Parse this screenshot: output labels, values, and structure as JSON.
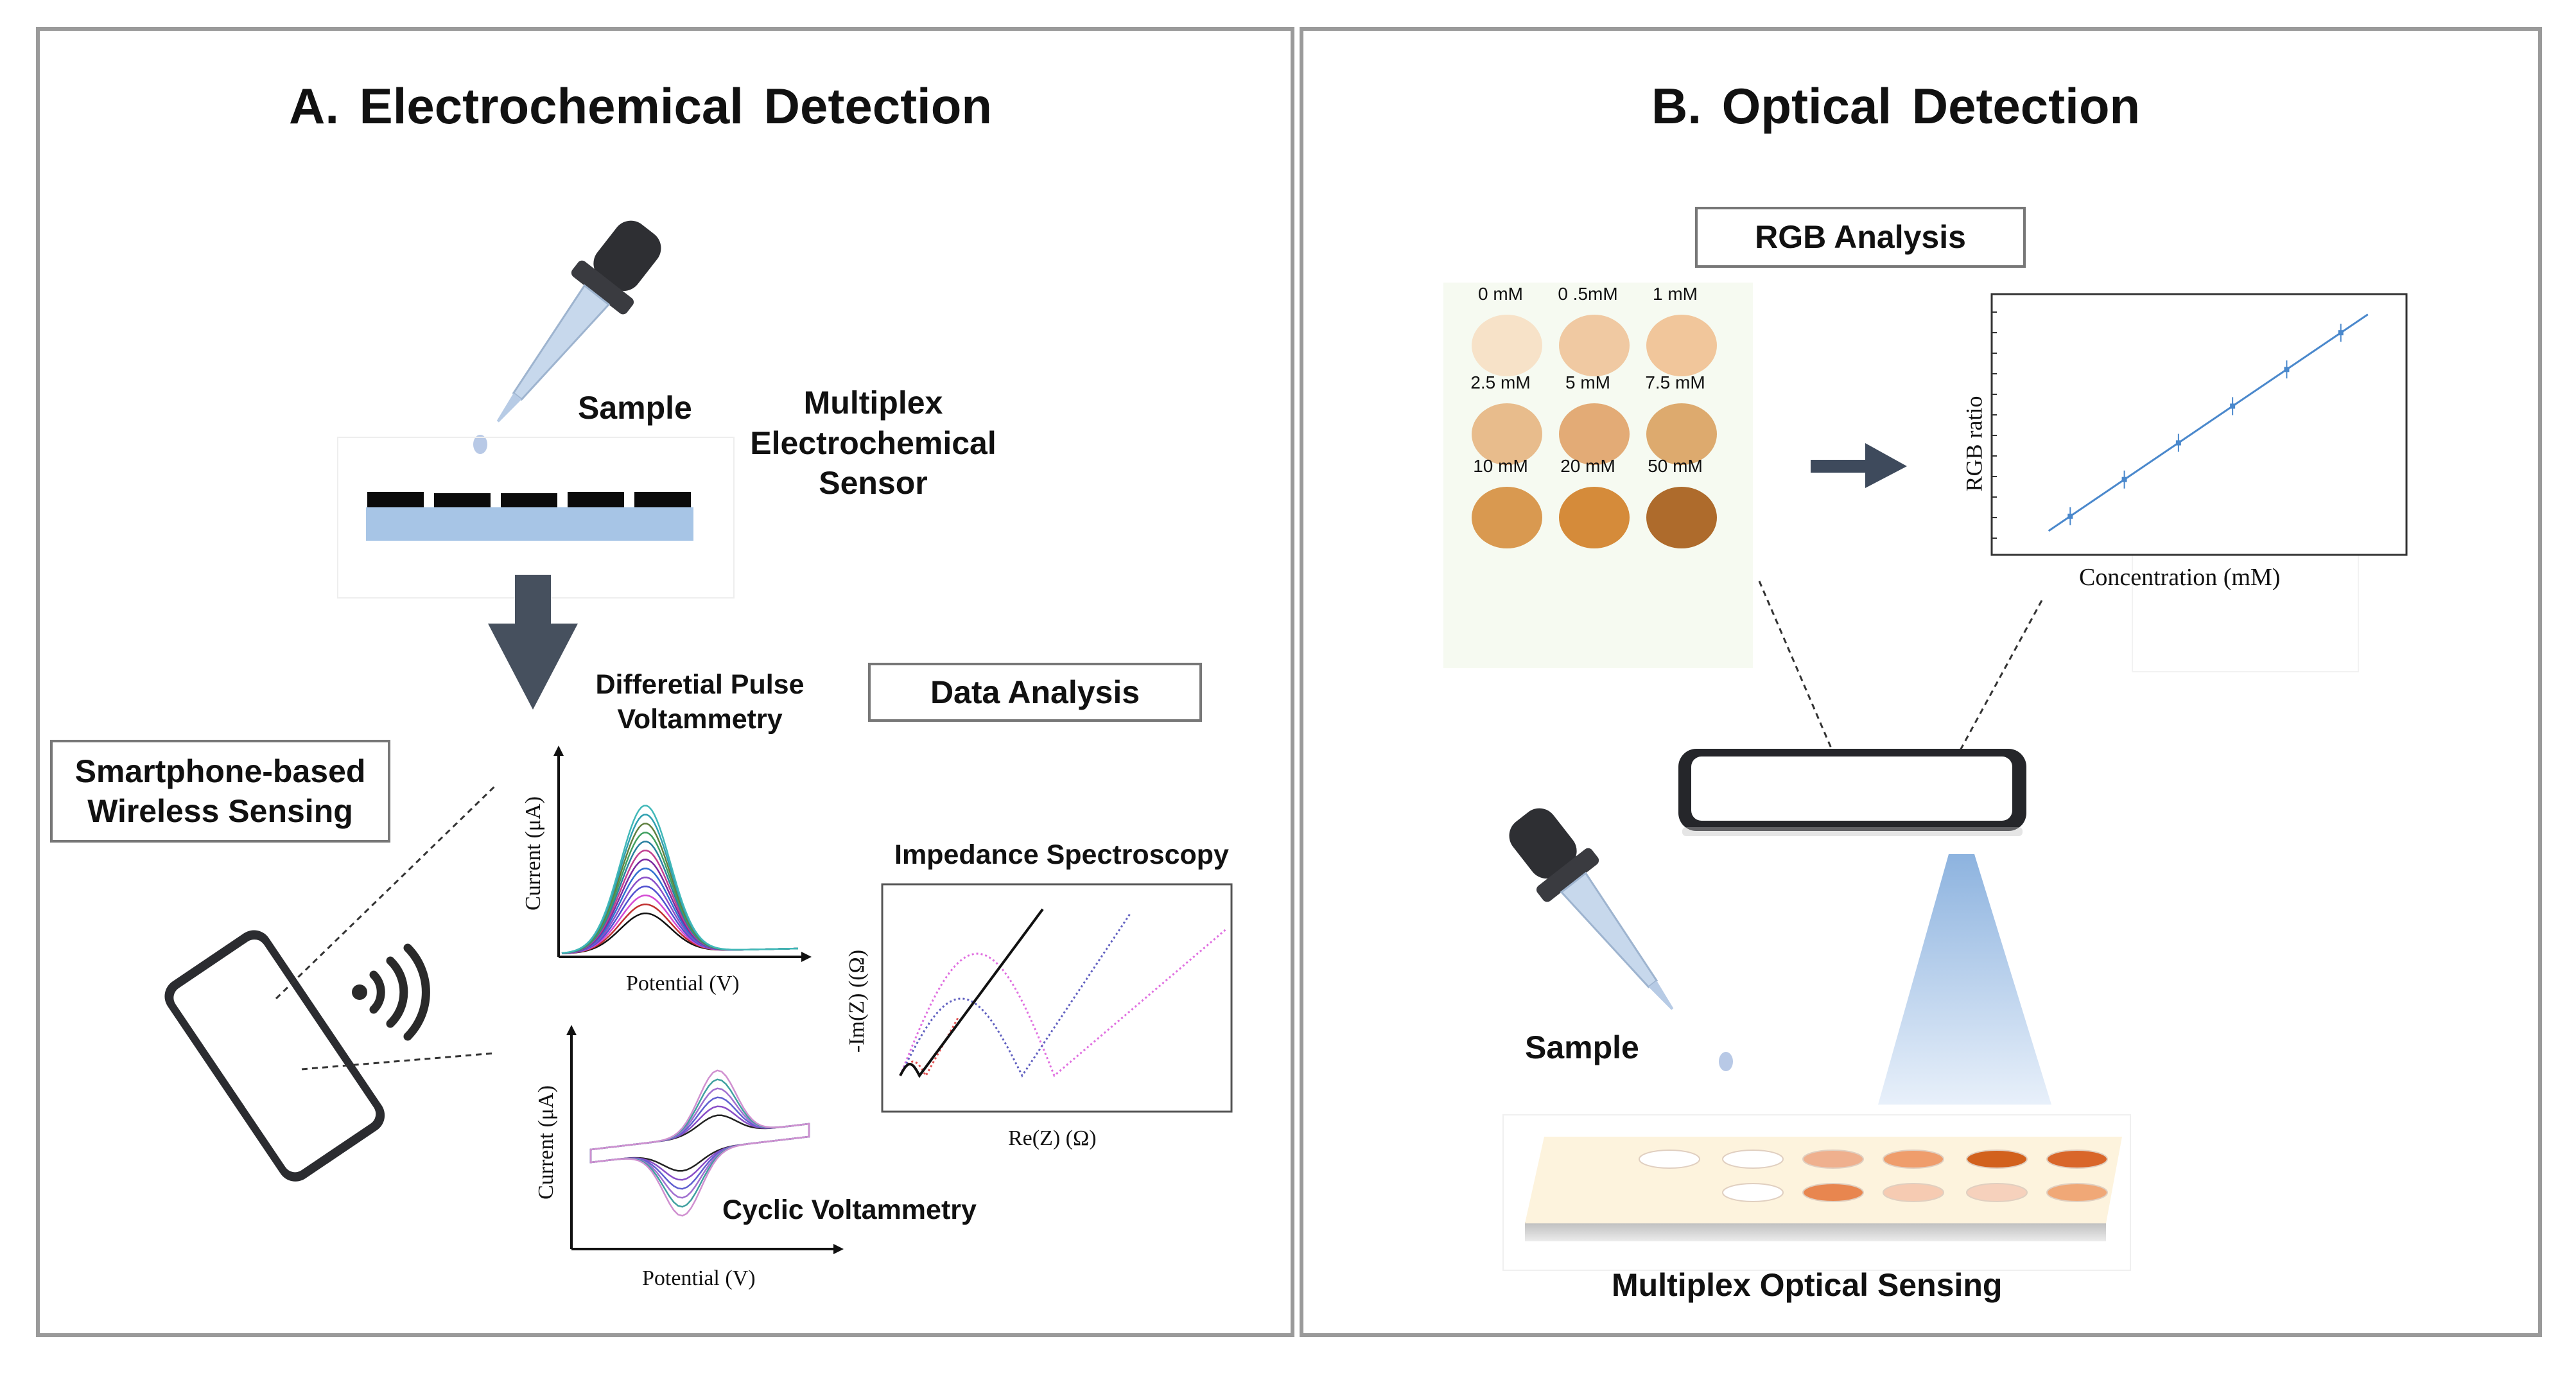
{
  "panel_a": {
    "title": "A. Electrochemical Detection",
    "sample_label": "Sample",
    "sensor_label": "Multiplex\nElectrochemical\nSensor",
    "smartphone_label": "Smartphone-based\nWireless Sensing",
    "data_analysis_label": "Data Analysis",
    "dpv_title": "Differetial Pulse\nVoltammetry",
    "dpv_ylabel": "Current (μA)",
    "dpv_xlabel": "Potential (V)",
    "cv_title": "Cyclic Voltammetry",
    "cv_ylabel": "Current (μA)",
    "cv_xlabel": "Potential (V)",
    "eis_title": "Impedance Spectroscopy",
    "eis_ylabel": "-Im(Z) ((Ω)",
    "eis_xlabel": "Re(Z) (Ω)"
  },
  "panel_b": {
    "title": "B. Optical Detection",
    "rgb_label": "RGB Analysis",
    "swatches": [
      {
        "label": "0 mM",
        "color": "#f7e2c8"
      },
      {
        "label": "0 .5mM",
        "color": "#f0c9a2"
      },
      {
        "label": "1 mM",
        "color": "#f1c69b"
      },
      {
        "label": "2.5 mM",
        "color": "#e8bc8c"
      },
      {
        "label": "5 mM",
        "color": "#e3ab76"
      },
      {
        "label": "7.5 mM",
        "color": "#ddaa6e"
      },
      {
        "label": "10 mM",
        "color": "#d99950"
      },
      {
        "label": "20 mM",
        "color": "#d58b3a"
      },
      {
        "label": "50 mM",
        "color": "#ae6b2c"
      }
    ],
    "plot_ylabel": "RGB ratio",
    "plot_xlabel": "Concentration (mM)",
    "sample_label": "Sample",
    "optical_label": "Multiplex Optical Sensing",
    "well_colors_row1": [
      "#ffffff",
      "#ffffff",
      "#efb08e",
      "#ef9d6c",
      "#d2611d",
      "#d9662a"
    ],
    "well_colors_row2": [
      "#ffffff",
      "#e8864f",
      "#f6cbb2",
      "#f6d1bc",
      "#f0a877"
    ]
  },
  "chart_data": [
    {
      "type": "line",
      "title": "Differetial Pulse Voltammetry",
      "xlabel": "Potential (V)",
      "ylabel": "Current (μA)",
      "series_count": 13
    },
    {
      "type": "line",
      "title": "Cyclic Voltammetry",
      "xlabel": "Potential (V)",
      "ylabel": "Current (μA)",
      "series_count": 6
    },
    {
      "type": "scatter",
      "title": "Impedance Spectroscopy",
      "xlabel": "Re(Z) (Ω)",
      "ylabel": "-Im(Z) ((Ω)",
      "series_count": 4
    },
    {
      "type": "scatter",
      "xlabel": "Concentration (mM)",
      "ylabel": "RGB ratio",
      "x": [
        1,
        2,
        3,
        4,
        5,
        6
      ],
      "y": [
        1,
        2,
        3,
        4,
        5,
        6
      ],
      "trendline": "linear"
    }
  ]
}
